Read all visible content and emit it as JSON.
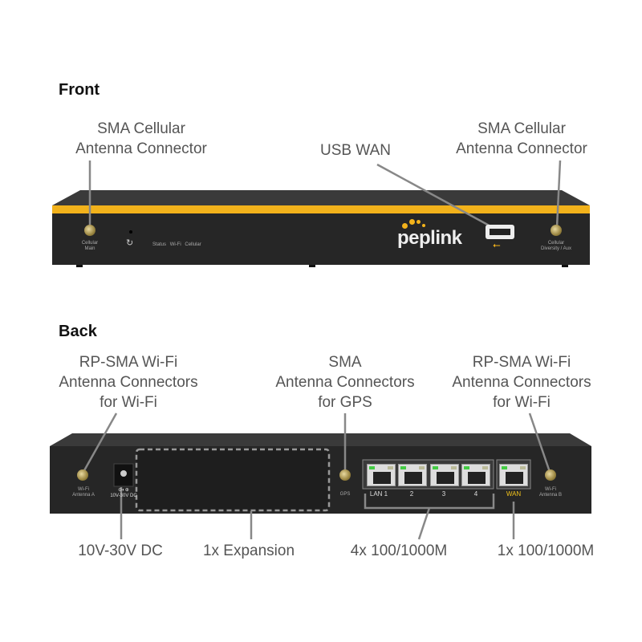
{
  "front": {
    "heading": "Front",
    "callouts": {
      "left_antenna": [
        "SMA Cellular",
        "Antenna Connector"
      ],
      "usb": "USB WAN",
      "right_antenna": [
        "SMA Cellular",
        "Antenna Connector"
      ]
    },
    "device": {
      "cellular_main": [
        "Cellular",
        "Main"
      ],
      "leds": [
        "Status",
        "Wi-Fi",
        "Cellular"
      ],
      "logo": "peplink",
      "cellular_aux": [
        "Cellular",
        "Diversity / Aux"
      ]
    }
  },
  "back": {
    "heading": "Back",
    "callouts": {
      "wifi_left": [
        "RP-SMA Wi-Fi",
        "Antenna Connectors",
        "for Wi-Fi"
      ],
      "gps": [
        "SMA",
        "Antenna Connectors",
        "for GPS"
      ],
      "wifi_right": [
        "RP-SMA Wi-Fi",
        "Antenna Connectors",
        "for Wi-Fi"
      ],
      "dc": "10V-30V DC",
      "expansion": "1x Expansion",
      "lan": "4x 100/1000M",
      "wan": "1x 100/1000M"
    },
    "device": {
      "antenna_a": [
        "Wi-Fi",
        "Antenna A"
      ],
      "dc_label": [
        "⊖◐⊕",
        "10V-30V DC"
      ],
      "gps": "GPS",
      "ports": [
        "LAN 1",
        "2",
        "3",
        "4"
      ],
      "wan": "WAN",
      "antenna_b": [
        "Wi-Fi",
        "Antenna B"
      ]
    }
  },
  "colors": {
    "accent": "#f2b21b",
    "body": "#262626"
  }
}
